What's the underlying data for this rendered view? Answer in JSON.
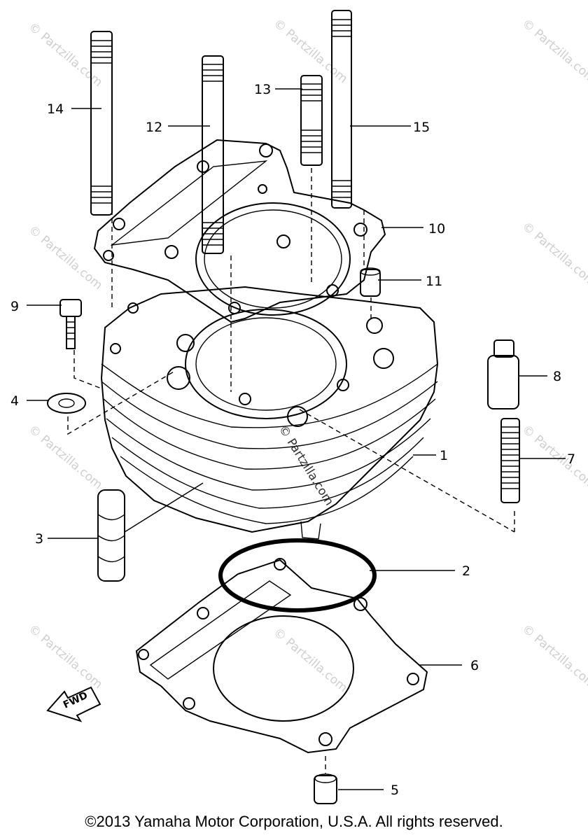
{
  "watermark": "© Partzilla.com",
  "fwd_label": "FWD",
  "copyright": "©2013  Yamaha Motor Corporation, U.S.A. All rights reserved.",
  "callouts": {
    "c1": "1",
    "c2": "2",
    "c3": "3",
    "c4": "4",
    "c5": "5",
    "c6": "6",
    "c7": "7",
    "c8": "8",
    "c9": "9",
    "c10": "10",
    "c11": "11",
    "c12": "12",
    "c13": "13",
    "c14": "14",
    "c15": "15"
  }
}
